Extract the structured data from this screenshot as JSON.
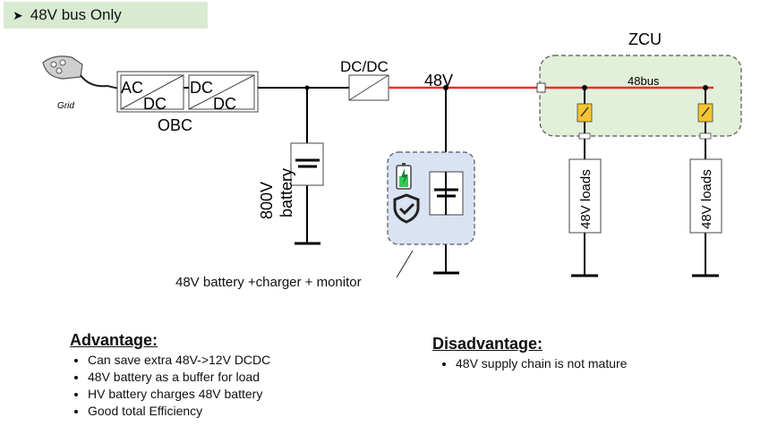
{
  "title": "48V bus Only",
  "labels": {
    "grid": "Grid",
    "ac": "AC",
    "dc1": "DC",
    "dc2": "DC",
    "dc3": "DC",
    "obc": "OBC",
    "dcdc": "DC/DC",
    "v48": "48V",
    "zcu": "ZCU",
    "bus48": "48bus",
    "hv_battery_line1": "800V",
    "hv_battery_line2": "battery",
    "load1": "48V loads",
    "load2": "48V loads",
    "battery_caption": "48V battery +charger + monitor"
  },
  "advantage": {
    "heading": "Advantage:",
    "items": [
      "Can save extra 48V->12V DCDC",
      "48V battery as a buffer for load",
      "HV battery charges 48V battery",
      "Good total Efficiency"
    ]
  },
  "disadvantage": {
    "heading": "Disadvantage:",
    "items": [
      "48V supply chain is not mature"
    ]
  },
  "colors": {
    "title_bg": "#d9ead3",
    "bus_red": "#e8312c",
    "zcu_fill": "#e2efd9",
    "monitor_fill": "#dae3f3",
    "fuse": "#f4c430",
    "battery_green": "#34c759"
  }
}
